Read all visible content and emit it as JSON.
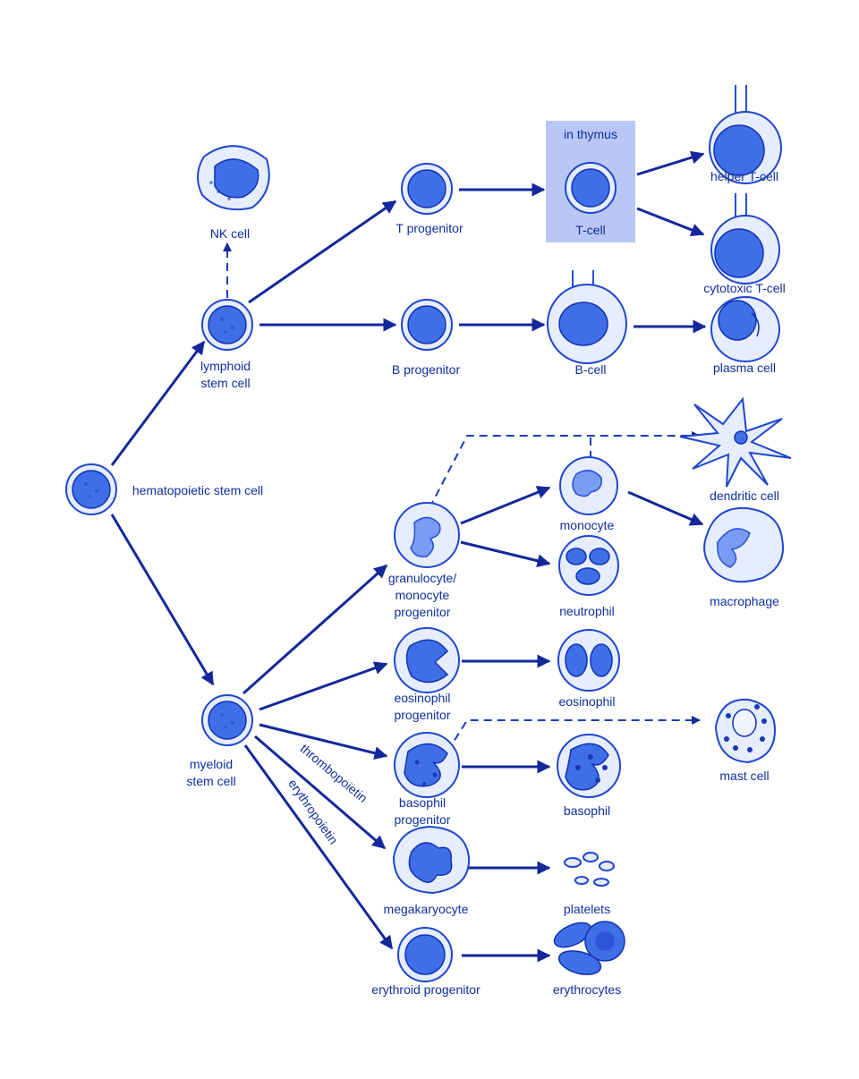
{
  "thymus_label": "in thymus",
  "labels": {
    "hsc": "hematopoietic stem cell",
    "lymphoid": [
      "lymphoid",
      "stem cell"
    ],
    "myeloid": [
      "myeloid",
      "stem cell"
    ],
    "nk": "NK cell",
    "t_progenitor": "T progenitor",
    "t_cell": "T-cell",
    "helper_t": "helper T-cell",
    "cytotoxic_t": "cytotoxic T-cell",
    "b_progenitor": "B progenitor",
    "b_cell": "B-cell",
    "plasma": "plasma cell",
    "gm_progenitor": [
      "granulocyte/",
      "monocyte",
      "progenitor"
    ],
    "monocyte": "monocyte",
    "neutrophil": "neutrophil",
    "dendritic": "dendritic cell",
    "macrophage": "macrophage",
    "eos_progenitor": [
      "eosinophil",
      "progenitor"
    ],
    "eosinophil": "eosinophil",
    "baso_progenitor": [
      "basophil",
      "progenitor"
    ],
    "basophil": "basophil",
    "mast": "mast cell",
    "megakaryocyte": "megakaryocyte",
    "platelets": "platelets",
    "erythroid_progenitor": "erythroid progenitor",
    "erythrocytes": "erythrocytes"
  },
  "arrow_labels": {
    "thrombopoietin": "thrombopoietin",
    "erythropoietin": "erythropoietin"
  },
  "colors": {
    "arrow": "#14289a",
    "label": "#0f2f9e",
    "cell_fill": "#e6edff",
    "nucleus": "#3f6fe8",
    "thymus_box": "#b9c7f7"
  }
}
